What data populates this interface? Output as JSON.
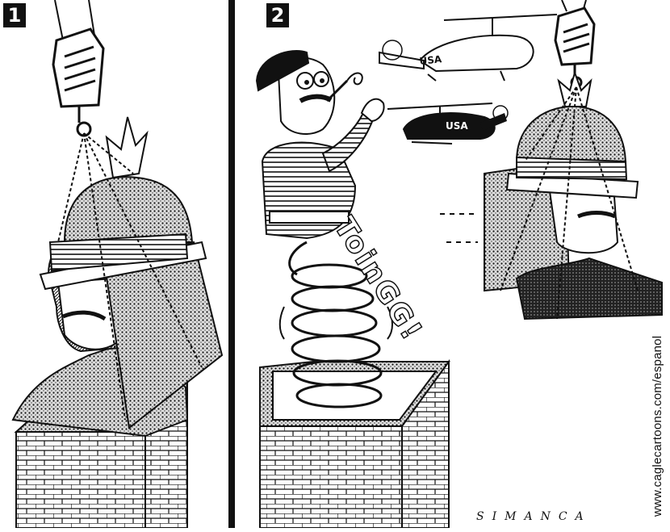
{
  "panels": [
    {
      "number": "1"
    },
    {
      "number": "2"
    }
  ],
  "sound_effect": "ToinGG!",
  "helicopter_labels": [
    "USA",
    "USA"
  ],
  "credit": "www.caglecartoons.com/espanol",
  "signature": "SIMANCA",
  "colors": {
    "ink": "#111111",
    "paper": "#ffffff"
  }
}
